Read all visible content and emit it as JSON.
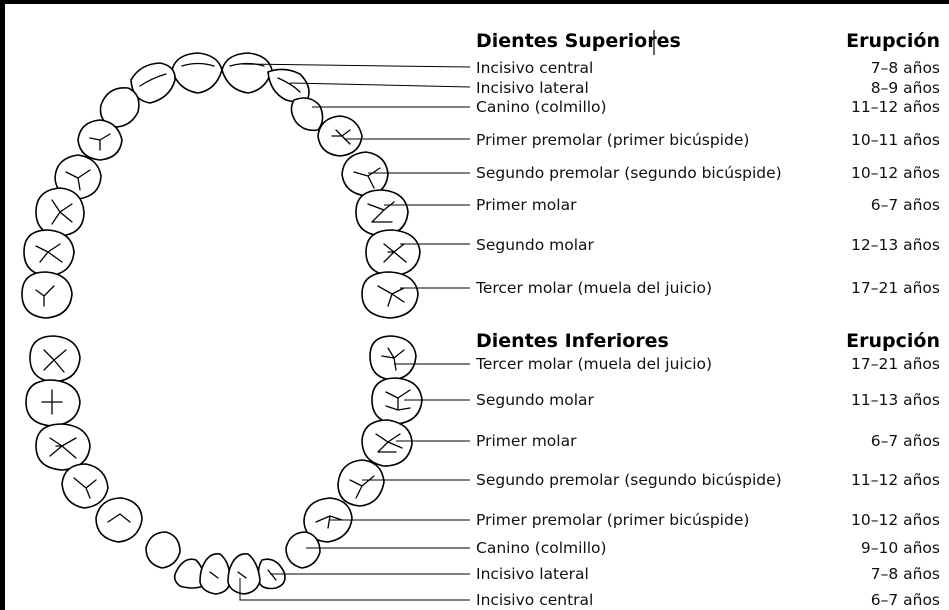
{
  "upper": {
    "title": "Dientes Superiores",
    "eruption_header": "Erupción",
    "rows": [
      {
        "name": "Incisivo central",
        "age": "7–8 años"
      },
      {
        "name": "Incisivo lateral",
        "age": "8–9 años"
      },
      {
        "name": "Canino (colmillo)",
        "age": "11–12 años"
      },
      {
        "name": "Primer premolar (primer bicúspide)",
        "age": "10–11 años"
      },
      {
        "name": "Segundo premolar (segundo bicúspide)",
        "age": "10–12 años"
      },
      {
        "name": "Primer molar",
        "age": "6–7 años"
      },
      {
        "name": "Segundo molar",
        "age": "12–13 años"
      },
      {
        "name": "Tercer molar (muela del juicio)",
        "age": "17–21 años"
      }
    ]
  },
  "lower": {
    "title": "Dientes Inferiores",
    "eruption_header": "Erupción",
    "rows": [
      {
        "name": "Tercer molar (muela del juicio)",
        "age": "17–21 años"
      },
      {
        "name": "Segundo molar",
        "age": "11–13 años"
      },
      {
        "name": "Primer molar",
        "age": "6–7 años"
      },
      {
        "name": "Segundo premolar (segundo bicúspide)",
        "age": "11–12 años"
      },
      {
        "name": "Primer premolar (primer bicúspide)",
        "age": "10–12 años"
      },
      {
        "name": "Canino (colmillo)",
        "age": "9–10 años"
      },
      {
        "name": "Incisivo lateral",
        "age": "7–8 años"
      },
      {
        "name": "Incisivo central",
        "age": "6–7 años"
      }
    ]
  }
}
